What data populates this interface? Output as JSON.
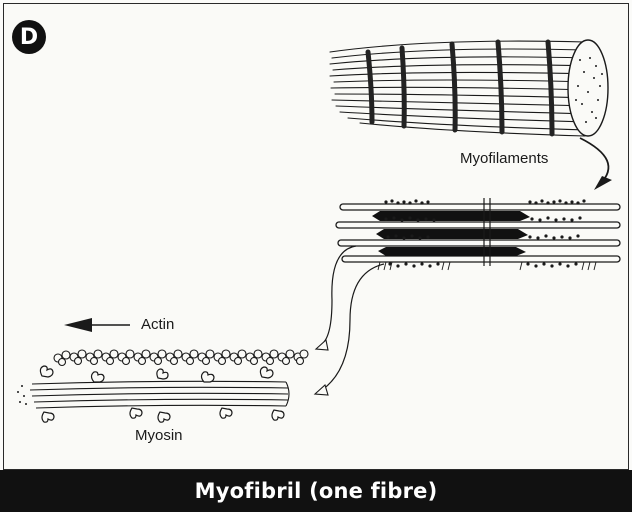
{
  "panel": {
    "badge": "D"
  },
  "labels": {
    "myofilaments": "Myofilaments",
    "actin": "Actin",
    "myosin": "Myosin"
  },
  "footer": {
    "caption": "Myofibril (one fibre)"
  },
  "colors": {
    "ink": "#111111",
    "paper": "#fafaf7",
    "footer_bg": "#111111",
    "footer_text": "#ffffff"
  }
}
